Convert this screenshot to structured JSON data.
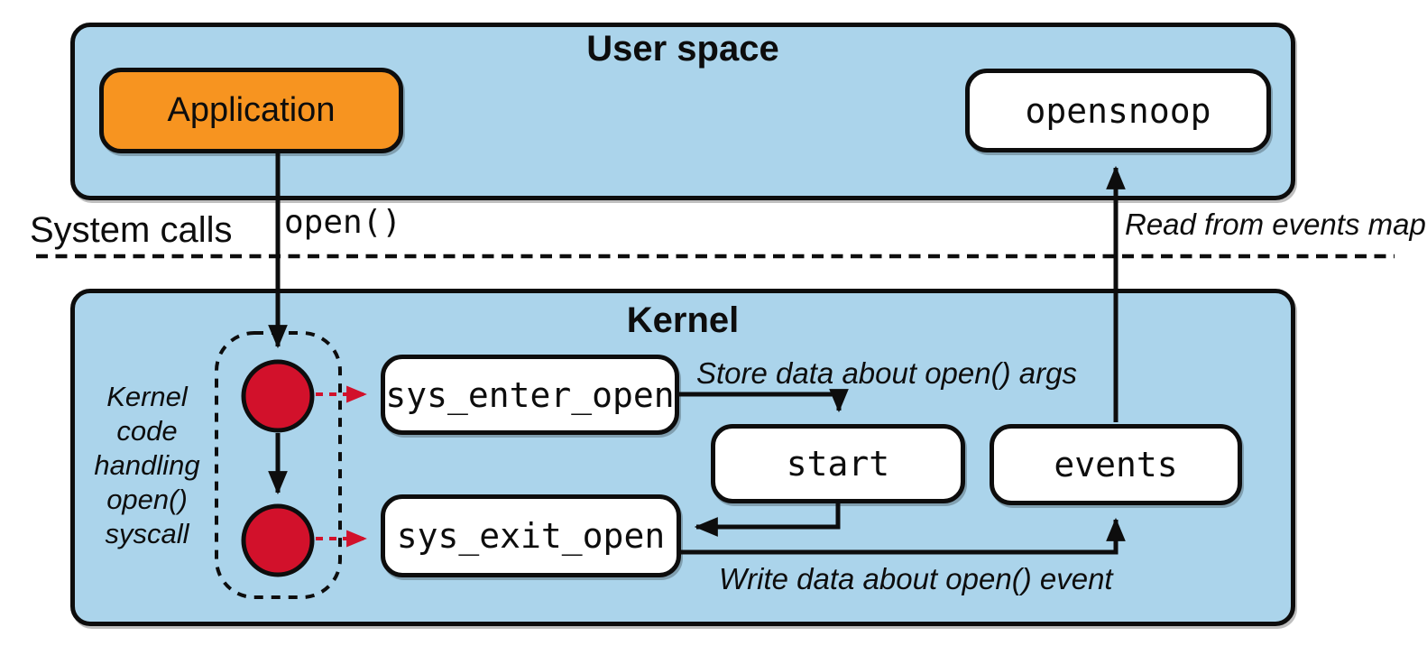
{
  "colors": {
    "container_blue": "#abd4eb",
    "application_orange": "#f79420",
    "tracepoint_red": "#d2112b",
    "line_black": "#0d0d0d"
  },
  "user_space": {
    "title": "User space",
    "application_label": "Application",
    "opensnoop_label": "opensnoop"
  },
  "syscall_boundary": {
    "label": "System calls",
    "open_call": "open()",
    "read_note": "Read from events map"
  },
  "kernel": {
    "title": "Kernel",
    "tracepoint_note": "Kernel\ncode\nhandling\nopen()\nsyscall",
    "nodes": {
      "sys_enter": "sys_enter_open",
      "sys_exit": "sys_exit_open",
      "start": "start",
      "events": "events"
    },
    "store_note": "Store data about open() args",
    "write_note": "Write data about open() event"
  }
}
